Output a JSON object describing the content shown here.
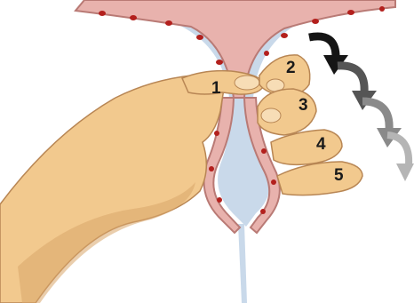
{
  "diagram": {
    "finger_labels": [
      "1",
      "2",
      "3",
      "4",
      "5"
    ],
    "colors": {
      "tissue": "#e8b2ad",
      "tissue_outline": "#b97a75",
      "spots": "#b3201d",
      "milk": "#c9d9ea",
      "skin": "#f2c98e",
      "skin_shadow": "#d9a56a",
      "skin_outline": "#b88654",
      "arrow_dark": "#151515",
      "arrow_mid": "#555555",
      "arrow_light": "#8a8a8a",
      "arrow_lightest": "#b5b5b5"
    }
  }
}
